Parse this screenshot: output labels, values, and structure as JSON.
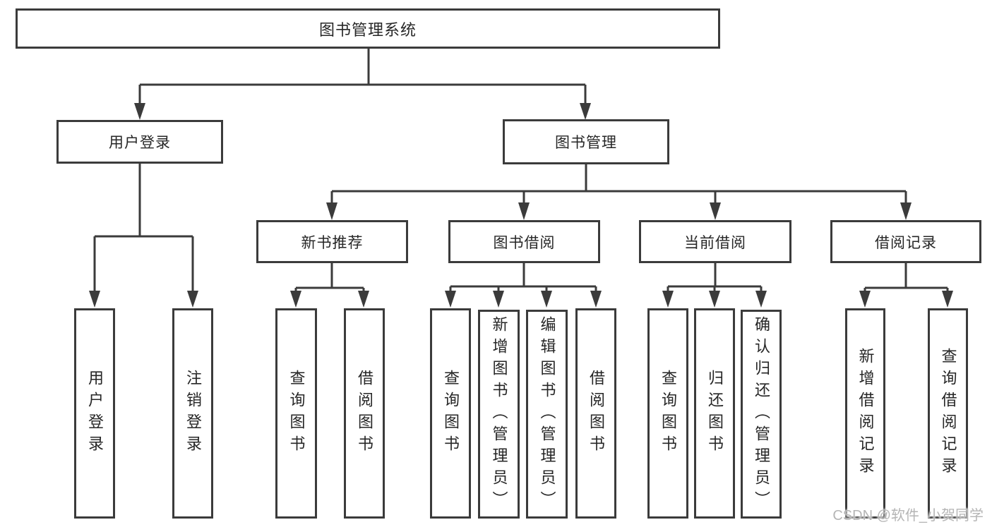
{
  "diagram": {
    "type": "function-structure-tree",
    "colors": {
      "line": "#3b3b3b",
      "box_border": "#3b3b3b",
      "text": "#262626",
      "background": "#ffffff",
      "watermark": "#b5b5b5"
    },
    "tree": {
      "label": "图书管理系统",
      "children": [
        {
          "label": "用户登录",
          "children": [
            {
              "label": "用户登录"
            },
            {
              "label": "注销登录"
            }
          ]
        },
        {
          "label": "图书管理",
          "children": [
            {
              "label": "新书推荐",
              "children": [
                {
                  "label": "查询图书"
                },
                {
                  "label": "借阅图书"
                }
              ]
            },
            {
              "label": "图书借阅",
              "children": [
                {
                  "label": "查询图书"
                },
                {
                  "label": "新增图书（管理员）"
                },
                {
                  "label": "编辑图书（管理员）"
                },
                {
                  "label": "借阅图书"
                }
              ]
            },
            {
              "label": "当前借阅",
              "children": [
                {
                  "label": "查询图书"
                },
                {
                  "label": "归还图书"
                },
                {
                  "label": "确认归还（管理员）"
                }
              ]
            },
            {
              "label": "借阅记录",
              "children": [
                {
                  "label": "新增借阅记录"
                },
                {
                  "label": "查询借阅记录"
                }
              ]
            }
          ]
        }
      ]
    }
  },
  "watermark": {
    "text": "CSDN @软件_小贺同学"
  }
}
